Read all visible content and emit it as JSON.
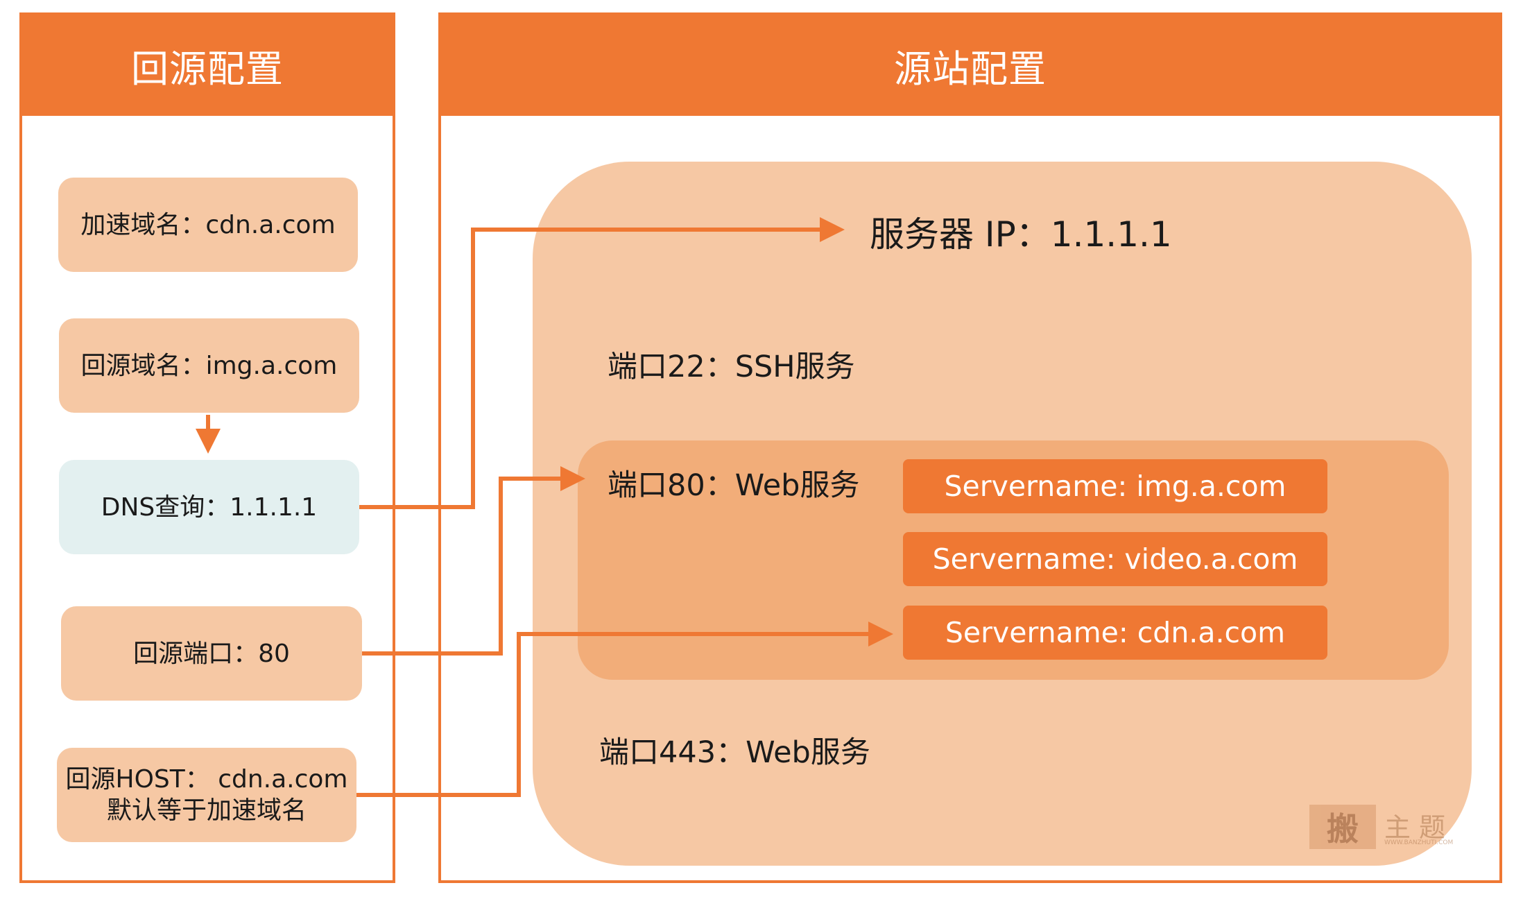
{
  "colors": {
    "accent": "#ef7833",
    "box_fill": "#f6c8a4",
    "dns_fill": "#e3f0f0",
    "web_area_fill": "#f2ad79",
    "text": "#1a1a1a"
  },
  "left_panel": {
    "title": "回源配置",
    "boxes": {
      "accel_domain": "加速域名：cdn.a.com",
      "origin_domain": "回源域名：img.a.com",
      "dns_query": "DNS查询：1.1.1.1",
      "origin_port": "回源端口：80",
      "origin_host_line1": "回源HOST： cdn.a.com",
      "origin_host_line2": "默认等于加速域名"
    }
  },
  "right_panel": {
    "title": "源站配置",
    "server_ip": "服务器 IP：1.1.1.1",
    "port22": "端口22：SSH服务",
    "port80": "端口80：Web服务",
    "port443": "端口443：Web服务",
    "servernames": [
      "Servername: img.a.com",
      "Servername: video.a.com",
      "Servername: cdn.a.com"
    ]
  },
  "watermark": {
    "seal": "搬",
    "text": "主题",
    "url": "WWW.BANZHUTI.COM"
  }
}
